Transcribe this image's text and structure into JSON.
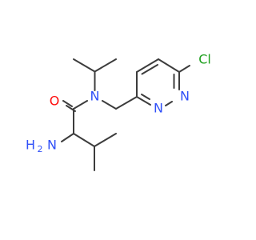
{
  "colors": {
    "bond": "#3c3c3c",
    "carbon": "#3c3c3c",
    "oxygen": "#ff0d0d",
    "nitrogen": "#3050f8",
    "chlorine": "#1fa01f"
  },
  "atoms": {
    "amide_oxygen": "O",
    "amide_nitrogen": "N",
    "amine_h": "H",
    "amine_2": "2",
    "amine_n": "N",
    "pyridazine_n1": "N",
    "pyridazine_n2": "N",
    "chlorine": "Cl"
  }
}
